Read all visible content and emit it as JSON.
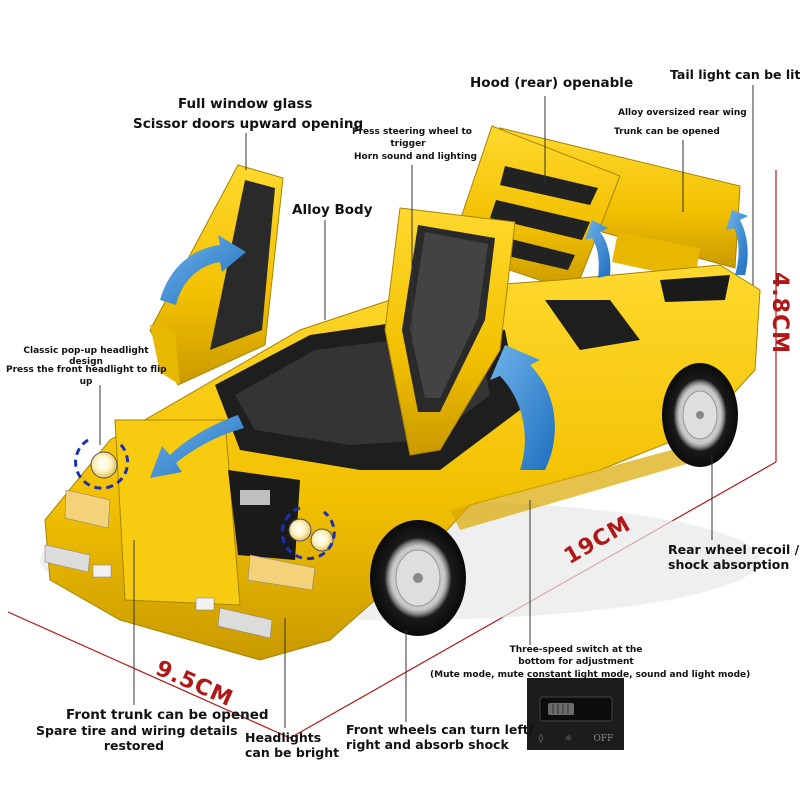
{
  "labels": {
    "full_window": "Full window glass",
    "scissor_doors": "Scissor doors upward opening",
    "steering_1": "Press steering wheel to",
    "steering_2": "trigger",
    "horn": "Horn sound and lighting",
    "hood": "Hood (rear) openable",
    "tail_light": "Tail light can be lit",
    "rear_wing": "Alloy oversized rear wing",
    "trunk": "Trunk can be opened",
    "alloy_body": "Alloy Body",
    "popup_1": "Classic pop-up headlight",
    "popup_2": "design",
    "popup_3": "Press the front headlight to flip",
    "popup_4": "up",
    "rear_wheel_1": "Rear wheel recoil /",
    "rear_wheel_2": "shock absorption",
    "switch_1": "Three-speed switch at the",
    "switch_2": "bottom for adjustment",
    "switch_modes": "(Mute mode, mute constant light mode, sound and light mode)",
    "front_trunk": "Front trunk can be opened",
    "spare_1": "Spare tire and wiring details",
    "spare_2": "restored",
    "headlights_1": "Headlights",
    "headlights_2": "can be bright",
    "front_wheels_1": "Front wheels can turn left/",
    "front_wheels_2": "right and absorb shock"
  },
  "dimensions": {
    "length": "19CM",
    "width": "9.5CM",
    "height": "4.8CM"
  },
  "switch_icons": [
    "mute-icon",
    "light-icon",
    "off-label"
  ],
  "switch_off_text": "OFF",
  "colors": {
    "car_body": "#f4c400",
    "car_shadow": "#d9a800",
    "dimension_line": "#b01818",
    "arrow_blue": "#2f7fc8",
    "dashed_circle": "#1b2fb8"
  }
}
